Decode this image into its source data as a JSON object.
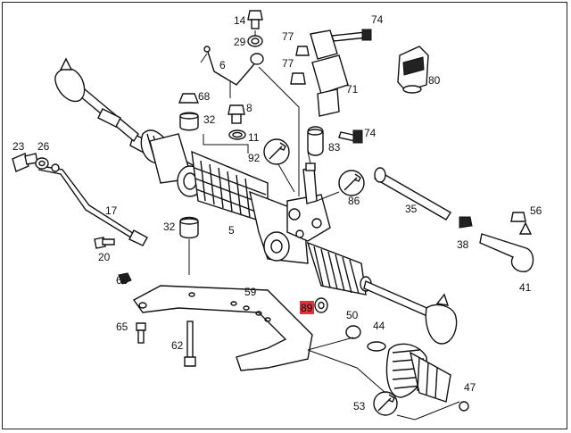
{
  "diagram": {
    "highlight_color": "#e0323a",
    "labels": [
      {
        "id": "14",
        "text": "14"
      },
      {
        "id": "29",
        "text": "29"
      },
      {
        "id": "6",
        "text": "6"
      },
      {
        "id": "68a",
        "text": "68"
      },
      {
        "id": "32a",
        "text": "32"
      },
      {
        "id": "8",
        "text": "8"
      },
      {
        "id": "11",
        "text": "11"
      },
      {
        "id": "92",
        "text": "92"
      },
      {
        "id": "74a",
        "text": "74"
      },
      {
        "id": "77a",
        "text": "77"
      },
      {
        "id": "77b",
        "text": "77"
      },
      {
        "id": "71",
        "text": "71"
      },
      {
        "id": "80",
        "text": "80"
      },
      {
        "id": "74b",
        "text": "74"
      },
      {
        "id": "83",
        "text": "83"
      },
      {
        "id": "23",
        "text": "23"
      },
      {
        "id": "26",
        "text": "26"
      },
      {
        "id": "17",
        "text": "17"
      },
      {
        "id": "20",
        "text": "20"
      },
      {
        "id": "68b",
        "text": "68"
      },
      {
        "id": "32b",
        "text": "32"
      },
      {
        "id": "5",
        "text": "5"
      },
      {
        "id": "86",
        "text": "86"
      },
      {
        "id": "35",
        "text": "35"
      },
      {
        "id": "56",
        "text": "56"
      },
      {
        "id": "38",
        "text": "38"
      },
      {
        "id": "41",
        "text": "41"
      },
      {
        "id": "59",
        "text": "59"
      },
      {
        "id": "89",
        "text": "89"
      },
      {
        "id": "50",
        "text": "50"
      },
      {
        "id": "44",
        "text": "44"
      },
      {
        "id": "65",
        "text": "65"
      },
      {
        "id": "62",
        "text": "62"
      },
      {
        "id": "47",
        "text": "47"
      },
      {
        "id": "53",
        "text": "53"
      }
    ]
  }
}
